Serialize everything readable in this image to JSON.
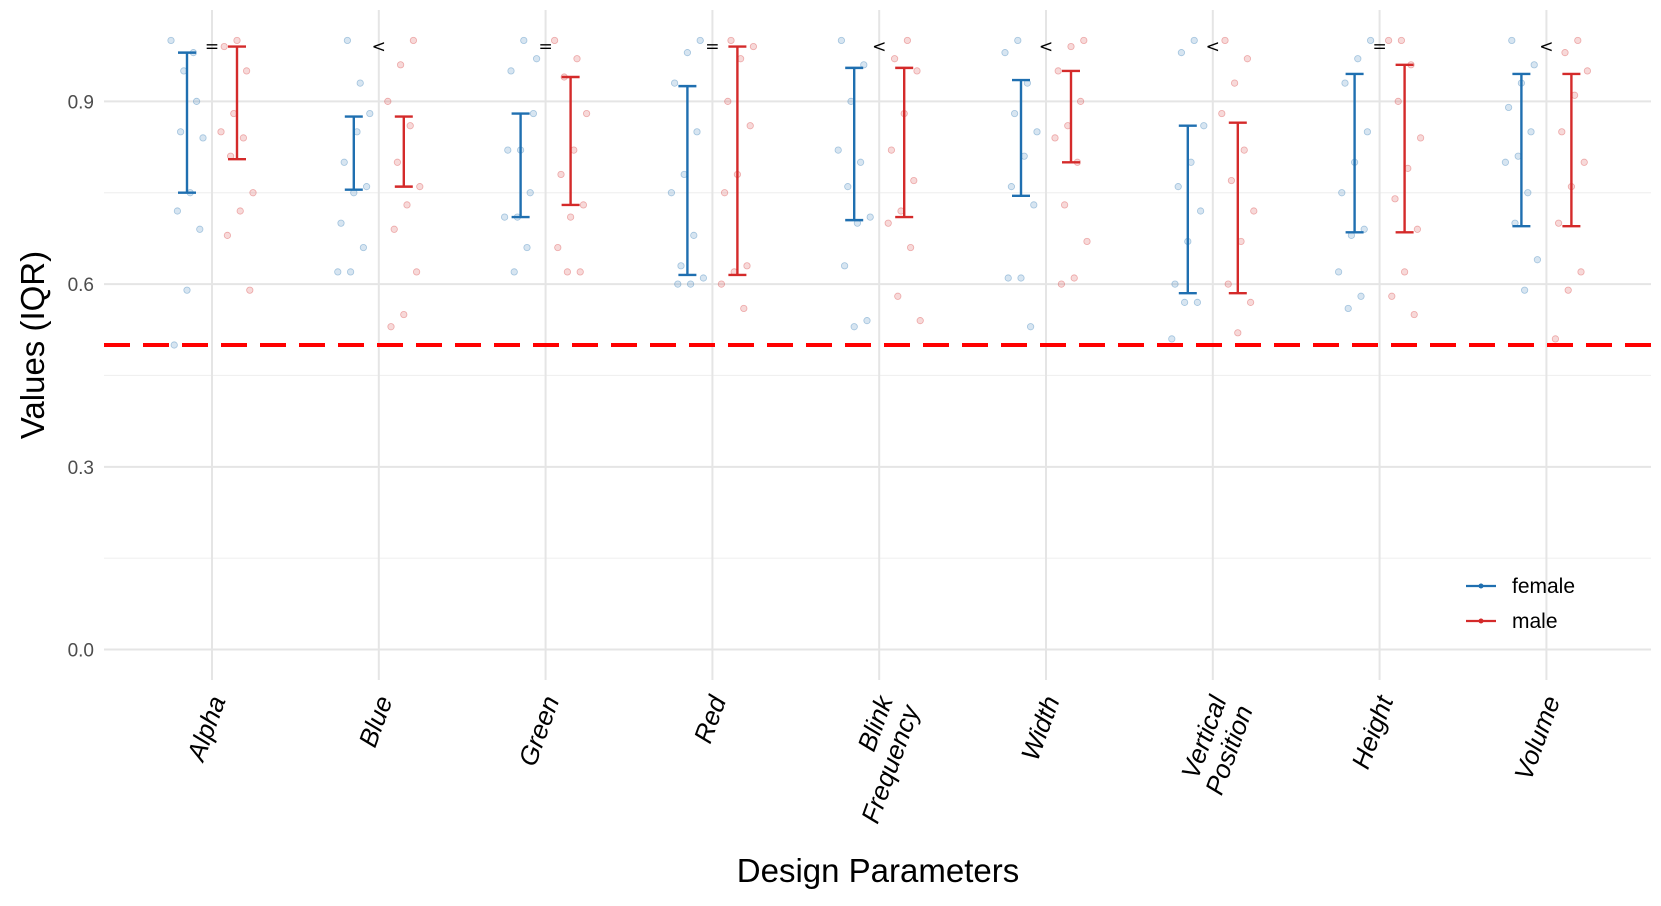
{
  "chart_data": {
    "type": "scatter",
    "xlabel": "Design Parameters",
    "ylabel": "Values (IQR)",
    "ylim": [
      -0.05,
      1.05
    ],
    "yticks": [
      "0.0",
      "0.3",
      "0.6",
      "0.9"
    ],
    "reference_line": {
      "y": 0.5,
      "color": "#ff0000",
      "style": "dashed"
    },
    "grid": true,
    "legend": {
      "placement": "bottom-right"
    },
    "colors": {
      "female": "#1f6fb0",
      "male": "#d42a2a"
    },
    "categories": [
      {
        "label": "Alpha",
        "comparison": "="
      },
      {
        "label": "Blue",
        "comparison": "<"
      },
      {
        "label": "Green",
        "comparison": "="
      },
      {
        "label": "Red",
        "comparison": "="
      },
      {
        "label": "Blink\nFrequency",
        "comparison": "<"
      },
      {
        "label": "Width",
        "comparison": "<"
      },
      {
        "label": "Vertical\nPosition",
        "comparison": "<"
      },
      {
        "label": "Height",
        "comparison": "="
      },
      {
        "label": "Volume",
        "comparison": "<"
      }
    ],
    "series": [
      {
        "name": "female",
        "intervals": [
          {
            "low": 0.75,
            "high": 0.98
          },
          {
            "low": 0.755,
            "high": 0.875
          },
          {
            "low": 0.71,
            "high": 0.88
          },
          {
            "low": 0.615,
            "high": 0.925
          },
          {
            "low": 0.705,
            "high": 0.955
          },
          {
            "low": 0.745,
            "high": 0.935
          },
          {
            "low": 0.585,
            "high": 0.86
          },
          {
            "low": 0.685,
            "high": 0.945
          },
          {
            "low": 0.695,
            "high": 0.945
          }
        ],
        "points": [
          [
            1.0,
            0.98,
            0.85,
            0.84,
            0.75,
            0.72,
            0.69,
            0.59,
            0.5,
            0.9,
            0.95
          ],
          [
            1.0,
            0.88,
            0.85,
            0.8,
            0.76,
            0.75,
            0.7,
            0.66,
            0.62,
            0.62,
            0.93
          ],
          [
            1.0,
            0.95,
            0.88,
            0.82,
            0.82,
            0.75,
            0.71,
            0.71,
            0.66,
            0.62,
            0.97
          ],
          [
            1.0,
            0.98,
            0.93,
            0.85,
            0.78,
            0.75,
            0.68,
            0.63,
            0.61,
            0.6,
            0.6
          ],
          [
            1.0,
            0.96,
            0.9,
            0.82,
            0.8,
            0.76,
            0.71,
            0.7,
            0.63,
            0.54,
            0.53
          ],
          [
            1.0,
            0.98,
            0.93,
            0.88,
            0.85,
            0.81,
            0.76,
            0.73,
            0.61,
            0.61,
            0.53
          ],
          [
            1.0,
            0.98,
            0.86,
            0.8,
            0.76,
            0.72,
            0.67,
            0.6,
            0.57,
            0.57,
            0.51
          ],
          [
            1.0,
            0.97,
            0.93,
            0.85,
            0.8,
            0.75,
            0.69,
            0.68,
            0.62,
            0.58,
            0.56
          ],
          [
            1.0,
            0.96,
            0.93,
            0.89,
            0.85,
            0.81,
            0.8,
            0.75,
            0.7,
            0.64,
            0.59
          ]
        ]
      },
      {
        "name": "male",
        "intervals": [
          {
            "low": 0.805,
            "high": 0.99
          },
          {
            "low": 0.76,
            "high": 0.875
          },
          {
            "low": 0.73,
            "high": 0.94
          },
          {
            "low": 0.615,
            "high": 0.99
          },
          {
            "low": 0.71,
            "high": 0.955
          },
          {
            "low": 0.8,
            "high": 0.95
          },
          {
            "low": 0.585,
            "high": 0.865
          },
          {
            "low": 0.685,
            "high": 0.96
          },
          {
            "low": 0.695,
            "high": 0.945
          }
        ],
        "points": [
          [
            1.0,
            0.99,
            0.95,
            0.88,
            0.85,
            0.84,
            0.81,
            0.75,
            0.72,
            0.68,
            0.59
          ],
          [
            1.0,
            0.96,
            0.9,
            0.86,
            0.8,
            0.76,
            0.73,
            0.69,
            0.62,
            0.55,
            0.53
          ],
          [
            1.0,
            0.97,
            0.94,
            0.88,
            0.82,
            0.78,
            0.73,
            0.71,
            0.66,
            0.62,
            0.62
          ],
          [
            1.0,
            0.99,
            0.97,
            0.9,
            0.86,
            0.78,
            0.75,
            0.63,
            0.62,
            0.6,
            0.56
          ],
          [
            1.0,
            0.97,
            0.95,
            0.88,
            0.82,
            0.77,
            0.72,
            0.7,
            0.66,
            0.58,
            0.54
          ],
          [
            1.0,
            0.99,
            0.95,
            0.9,
            0.86,
            0.84,
            0.8,
            0.73,
            0.67,
            0.61,
            0.6
          ],
          [
            1.0,
            0.97,
            0.93,
            0.88,
            0.82,
            0.77,
            0.72,
            0.67,
            0.6,
            0.57,
            0.52
          ],
          [
            1.0,
            1.0,
            0.96,
            0.9,
            0.84,
            0.79,
            0.74,
            0.69,
            0.62,
            0.58,
            0.55
          ],
          [
            1.0,
            0.98,
            0.95,
            0.91,
            0.85,
            0.8,
            0.76,
            0.7,
            0.62,
            0.59,
            0.51
          ]
        ]
      }
    ]
  }
}
